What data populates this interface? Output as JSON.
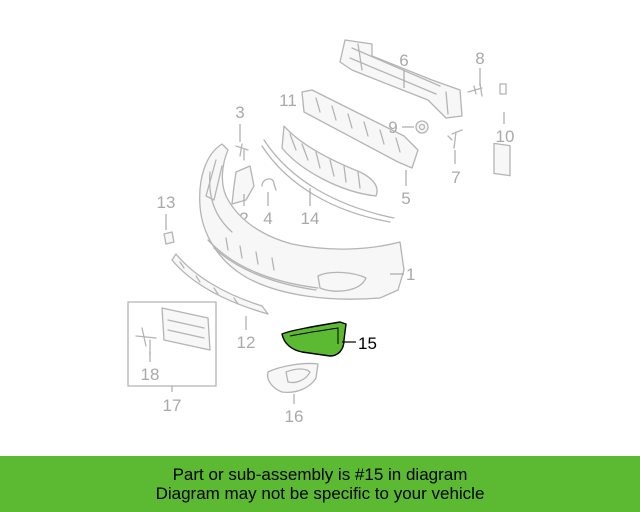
{
  "colors": {
    "highlight_part": "#5cb932",
    "banner_bg": "#5cb932",
    "line_gray": "#b4b4b4",
    "label_gray": "#a9a9a9"
  },
  "callouts": {
    "c1": "1",
    "c2": "2",
    "c3": "3",
    "c4": "4",
    "c5": "5",
    "c6": "6",
    "c7": "7",
    "c8": "8",
    "c9": "9",
    "c10": "10",
    "c11": "11",
    "c12": "12",
    "c13": "13",
    "c14": "14",
    "c15": "15",
    "c16": "16",
    "c17": "17",
    "c18": "18"
  },
  "banner": {
    "line1": "Part or sub-assembly is #15 in diagram",
    "line2": "Diagram may not be specific to your vehicle"
  }
}
